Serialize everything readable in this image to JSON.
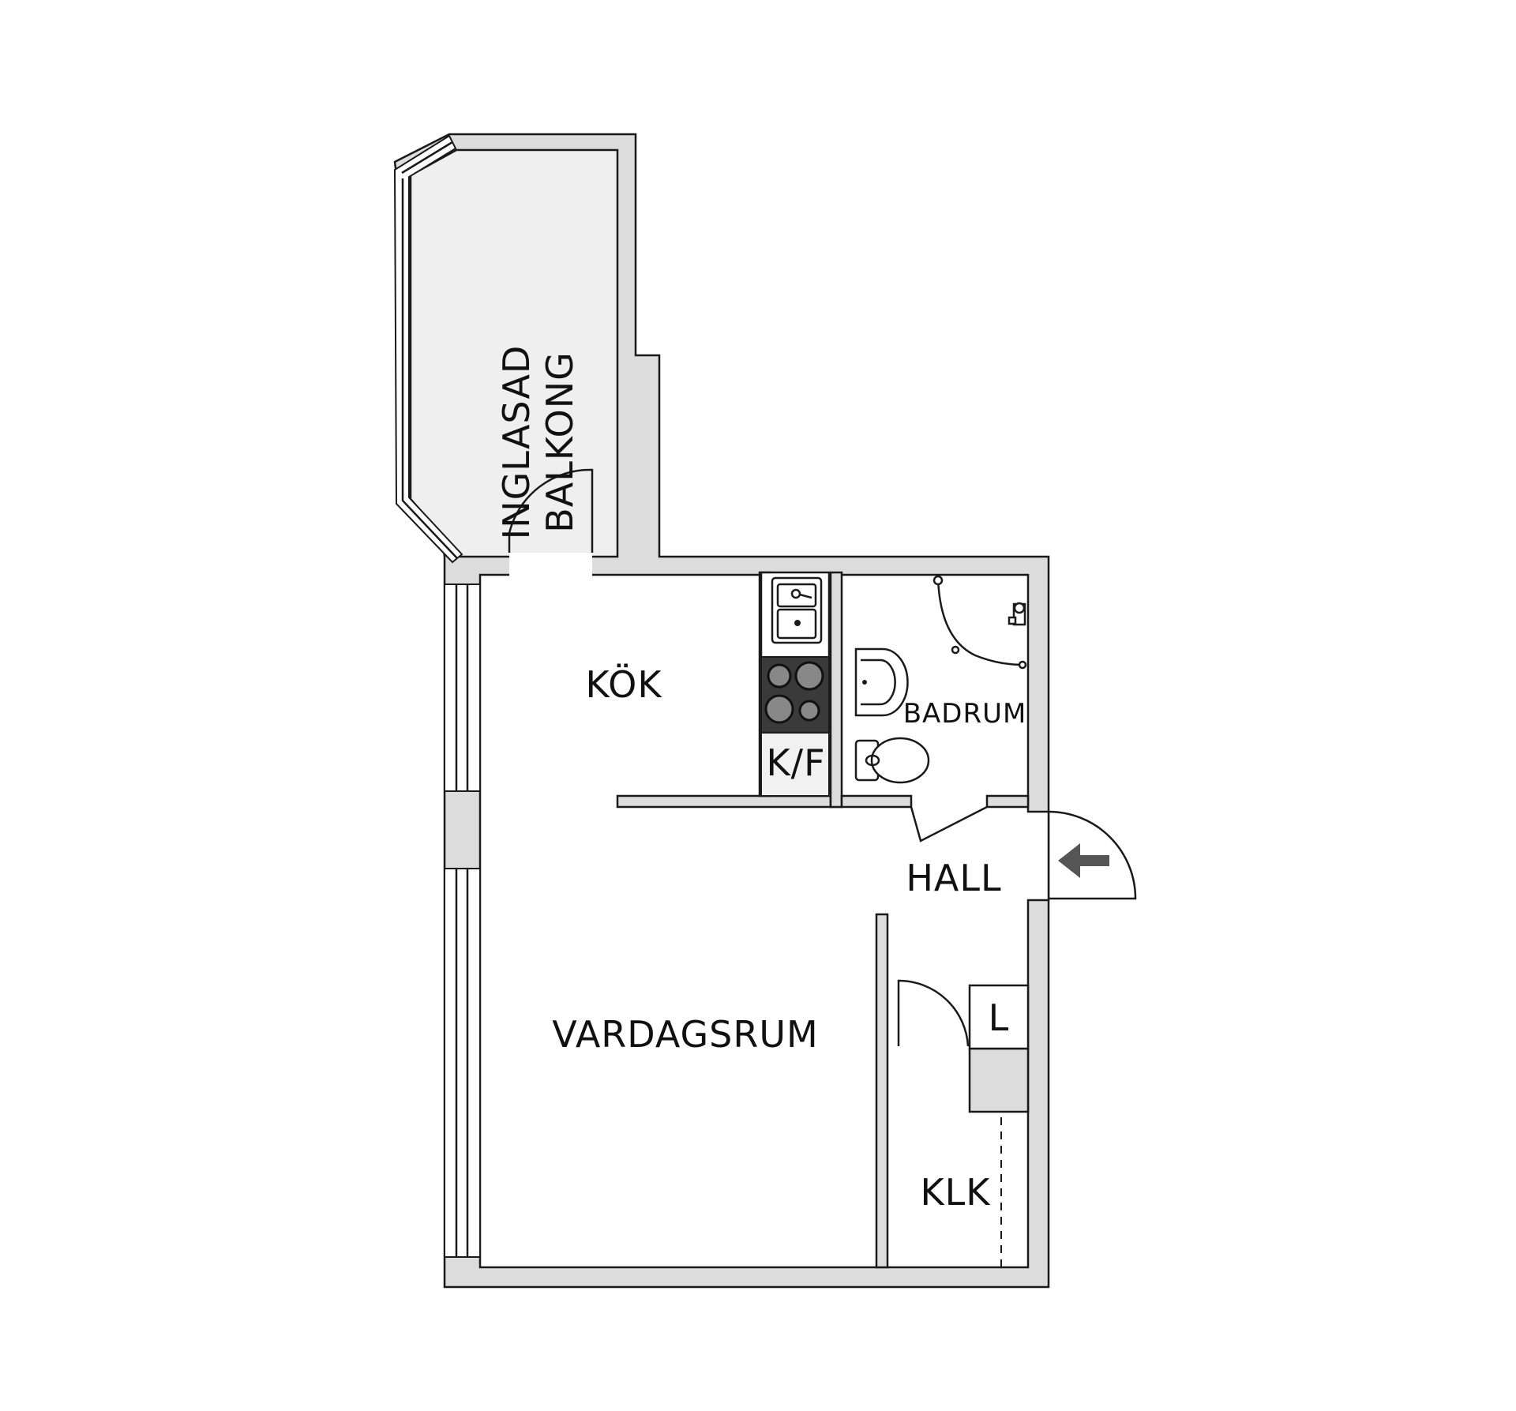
{
  "rooms": {
    "balcony_line1": "INGLASAD",
    "balcony_line2": "BALKONG",
    "kitchen": "KÖK",
    "bathroom": "BADRUM",
    "fridge_freezer": "K/F",
    "hall": "HALL",
    "living_room": "VARDAGSRUM",
    "closet": "KLK",
    "linen_closet": "L"
  },
  "icons": {
    "entrance": "entrance-arrow-icon",
    "sink": "kitchen-sink-icon",
    "stove": "stove-icon",
    "washbasin": "washbasin-icon",
    "toilet": "toilet-icon",
    "shower": "shower-icon"
  },
  "colors": {
    "wall_fill": "#dcdcdc",
    "balcony_floor": "#efefef",
    "stove": "#3a3a3a",
    "arrow": "#555555",
    "line": "#1a1a1a"
  }
}
